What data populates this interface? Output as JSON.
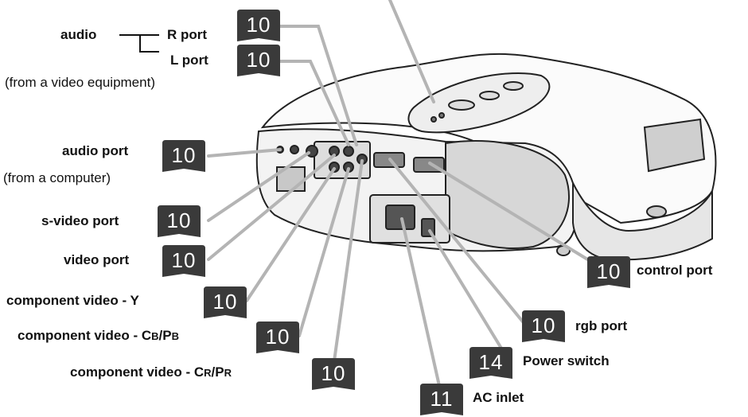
{
  "labels": {
    "audio": "audio",
    "r_port": "R port",
    "l_port": "L port",
    "from_video": "(from a video equipment)",
    "audio_port": "audio port",
    "from_computer": "(from a computer)",
    "s_video_port": "s-video port",
    "video_port": "video port",
    "component_y": "component video - Y",
    "component_cb_prefix": "component video - C",
    "component_cb_sub1": "B",
    "component_cb_mid": "/P",
    "component_cb_sub2": "B",
    "component_cr_prefix": "component video - C",
    "component_cr_sub1": "R",
    "component_cr_mid": "/P",
    "component_cr_sub2": "R",
    "control_port": "control port",
    "rgb_port": "rgb port",
    "power_switch": "Power switch",
    "ac_inlet": "AC inlet"
  },
  "page_refs": {
    "r_port": "10",
    "l_port": "10",
    "audio_port": "10",
    "s_video_port": "10",
    "video_port": "10",
    "component_y": "10",
    "component_cb": "10",
    "component_cr": "10",
    "control_port": "10",
    "rgb_port": "10",
    "power_switch": "14",
    "ac_inlet": "11"
  },
  "colors": {
    "badge": "#3a3a3a",
    "leader_line": "#b4b4b4",
    "outline": "#222222"
  }
}
